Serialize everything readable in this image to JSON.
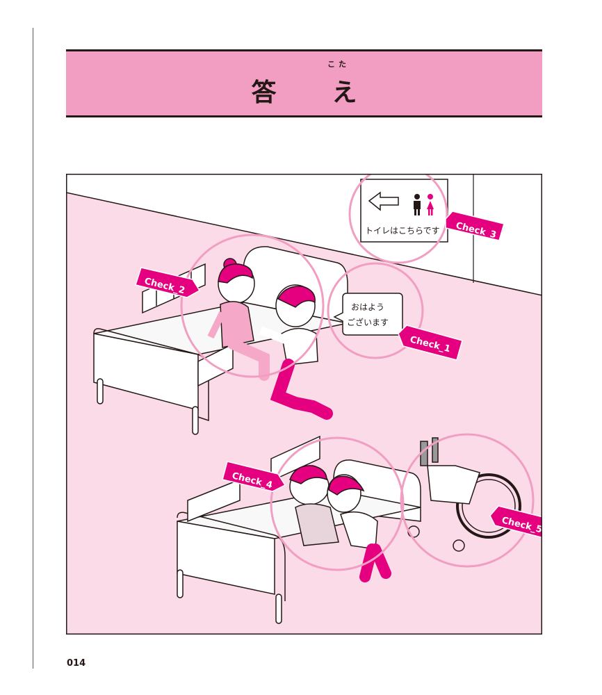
{
  "header": {
    "title": "答　え",
    "ruby": "こた"
  },
  "scene": {
    "sign_text": "トイレはこちらです",
    "speech_line1": "おはよう",
    "speech_line2": "ございます",
    "checks": [
      "Check_1",
      "Check_2",
      "Check_3",
      "Check_4",
      "Check_5"
    ]
  },
  "footer": {
    "page_number": "014"
  },
  "colors": {
    "banner": "#f19ec2",
    "room_wall": "#fadbe7",
    "magenta": "#e4007f",
    "circle": "#f19ec2",
    "pink_outfit": "#f5a8c8",
    "line": "#231815"
  }
}
